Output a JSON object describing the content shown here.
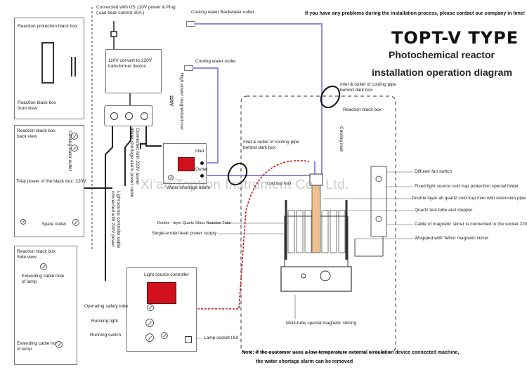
{
  "header": {
    "contact": "If you have any problems during the installation process, please contact our company in time!",
    "title": "TOPT-V TYPE",
    "subtitle": "Photochemical reactor",
    "subtitle2": "installation operation diagram"
  },
  "power": {
    "plug_label": "Connected with US 110V power & Plug\n( can bear current 30A )",
    "transformer_label": "110V convert to 220V\ntransformer device",
    "v220_label": "220V",
    "magnet_label": "High power magnetized row"
  },
  "left_boxes": {
    "protection_title": "Reaction protection black box",
    "front_view": "Reaction black box\nfront view",
    "back_view": "Reaction black box\nback view",
    "cooling_outlet_vert": "Cooling water outlet",
    "total_power": "Total power of the black box: 220V",
    "spare_outlet": "Spare outlet",
    "side_view": "Reaction black box\nSide view",
    "cable_hole_top": "Extending cable hole\nof lamp",
    "cable_hole_bottom": "Extending cable hole\nof lamp"
  },
  "cooling": {
    "backwater_outlet": "Cooling water Backwater outlet",
    "outlet": "Cooling water outlet",
    "pipe_right": "Inlet & outlet of cooling pipe\nbehind dark box",
    "pipe_left": "Inlet & outlet of cooling pipe\nbehind dark box",
    "inlet_vert": "Cooling inlet",
    "reaction_black_box": "Reaction black box"
  },
  "alarm": {
    "inlet": "Inlet",
    "outlet": "Outlet",
    "label": "Water shortage alarm",
    "vert_label": "Connected with 220V power",
    "vert_label2": "Water shortage alarm power cable"
  },
  "controller": {
    "title": "Light source controller",
    "safety_tube": "Operating safety tube",
    "running_light": "Running light",
    "running_switch": "Running switch",
    "lamp_socket": "Lamp socket l bit",
    "vert_label": "Light source controller cable",
    "vert_label2": "connected with 220V power"
  },
  "reactor": {
    "quartz_tube": "Double - layer Quartz Glass Reaction Tube",
    "lead_power": "Single-ended lead power supply",
    "cold_trap": "Cold trap lead",
    "diffuser_switch": "Diffuser fan switch",
    "fixed_folder": "Fixed light source cold trap protection special folder",
    "double_layer": "Double layer all quartz cold trap inlet with extension pipe",
    "quartz_test": "Quartz test tube and stopper",
    "magnetic_cable": "Cable of magnetic stirrer is connected to the socket 220V",
    "teflon": "Wrapped with Teflon magnetic stirrer",
    "multi_tube": "Multi-tube special magnetic stirring"
  },
  "note": {
    "line1": "Note: If the customer uses a low-temperature external circulation device connected machine,",
    "line2": "the water shortage alarm can be removed"
  },
  "watermark": "Xi'an Toption Instrument Co., Ltd.",
  "colors": {
    "red": "#d0101a",
    "purple_pipe": "#8e8ed8",
    "dark": "#111111"
  }
}
